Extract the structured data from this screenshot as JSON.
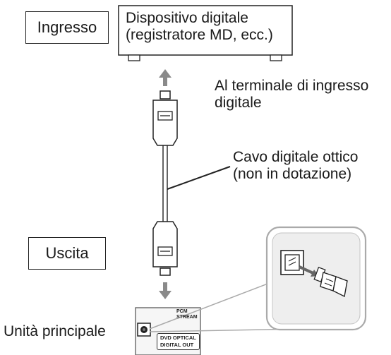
{
  "labels": {
    "input": "Ingresso",
    "device_line1": "Dispositivo digitale",
    "device_line2": "(registratore MD, ecc.)",
    "terminal_line1": "Al terminale di ingresso",
    "terminal_line2": "digitale",
    "cable_line1": "Cavo digitale ottico",
    "cable_line2": "(non in dotazione)",
    "output": "Uscita",
    "main_unit": "Unità principale",
    "pcm_line1": "PCM",
    "pcm_line2": "STREAM",
    "optical_line1": "DVD OPTICAL",
    "optical_line2": "DIGITAL OUT"
  },
  "icons": {
    "up_arrow": "arrow-up-icon",
    "down_arrow": "arrow-down-icon",
    "plug": "optical-plug-icon",
    "port": "optical-port-icon"
  },
  "colors": {
    "line": "#1a1a1a",
    "arrow": "#8a8a8a",
    "inset_border": "#aaaaaa",
    "panel_fill": "#eeeeee"
  }
}
